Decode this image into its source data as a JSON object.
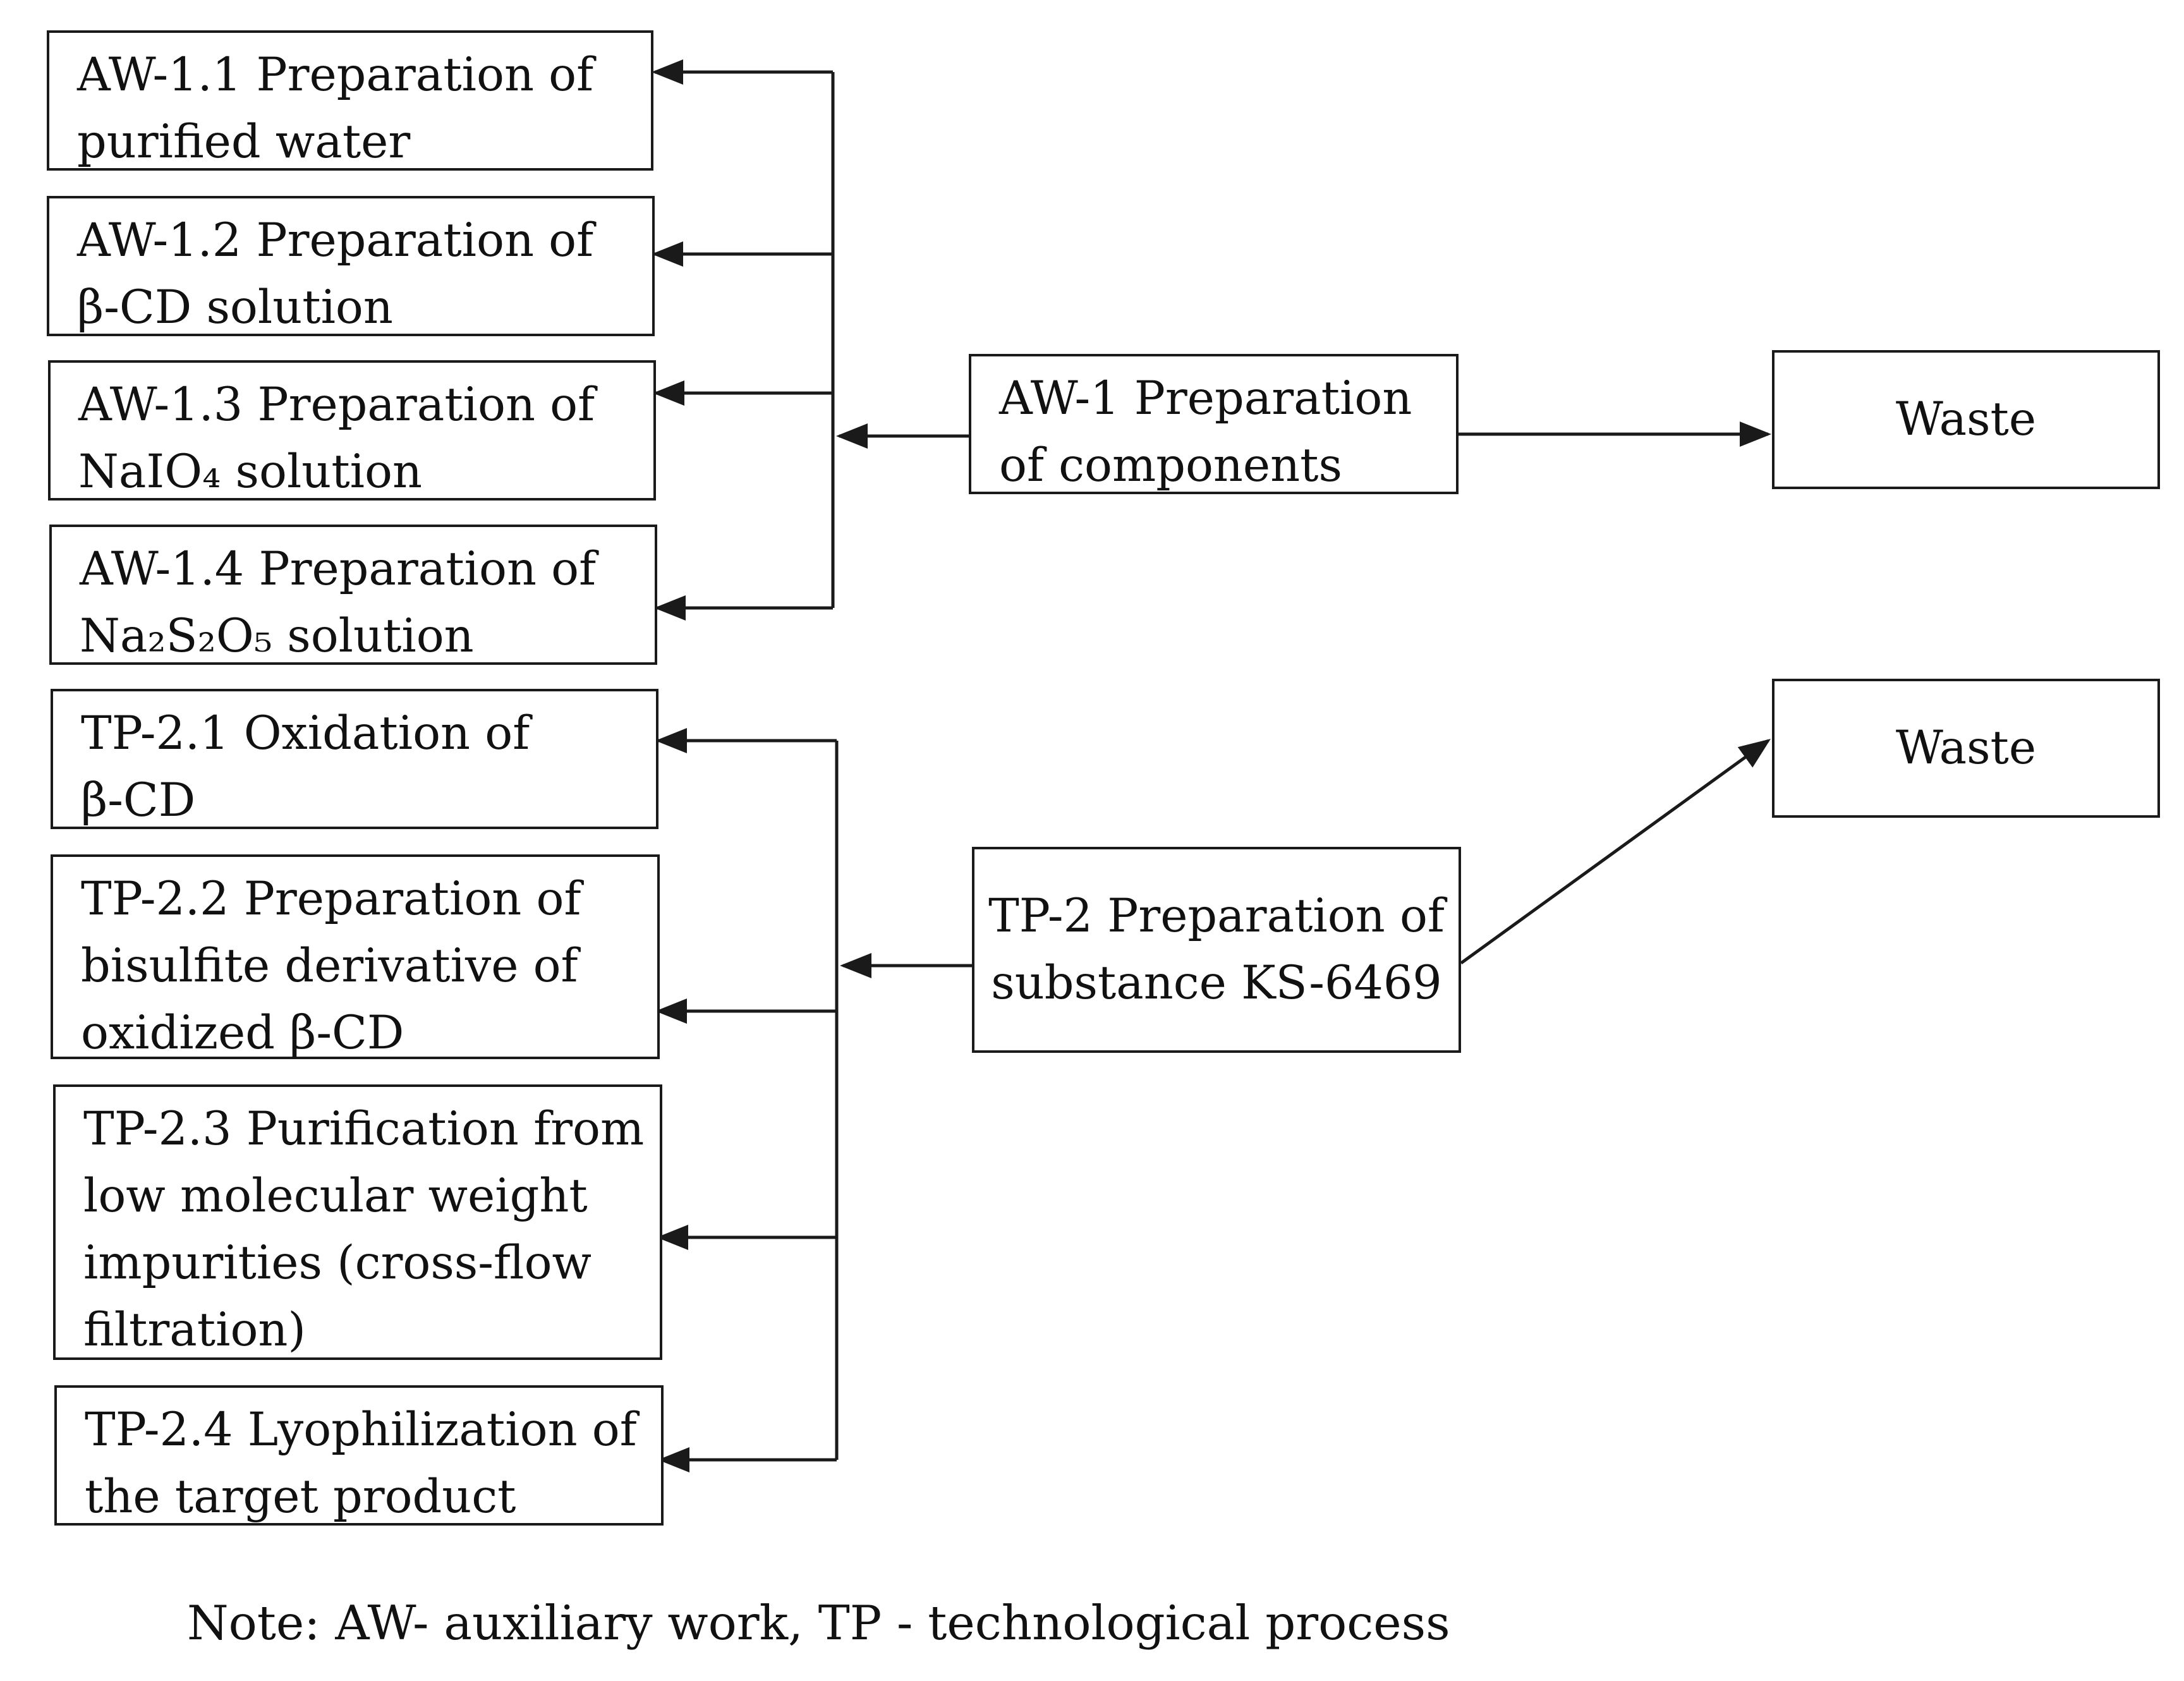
{
  "boxes": {
    "aw_1_1": [
      "AW-1.1 Preparation of",
      "purified water"
    ],
    "aw_1_2": [
      "AW-1.2 Preparation of",
      "β-CD solution"
    ],
    "aw_1_3": [
      "AW-1.3 Preparation of",
      "NaIO₄ solution"
    ],
    "aw_1_4": [
      "AW-1.4 Preparation of",
      "Na₂S₂O₅ solution"
    ],
    "aw_1": [
      "AW-1 Preparation",
      "of components"
    ],
    "waste_1": "Waste",
    "tp_2_1": [
      "TP-2.1 Oxidation of",
      "β-CD"
    ],
    "tp_2_2": [
      "TP-2.2 Preparation of",
      "bisulfite derivative of",
      "oxidized β-CD"
    ],
    "tp_2_3": [
      "TP-2.3 Purification from",
      "low molecular weight",
      "impurities (cross-flow",
      "filtration)"
    ],
    "tp_2_4": [
      "TP-2.4 Lyophilization of",
      "the target product"
    ],
    "tp_2": [
      "TP-2 Preparation of",
      "substance KS-6469"
    ],
    "waste_2": "Waste"
  },
  "note": "Note: AW- auxiliary work, TP - technological process",
  "colors": {
    "line": "#1a1a1a",
    "box_border": "#1a1a1a",
    "background": "#ffffff"
  }
}
